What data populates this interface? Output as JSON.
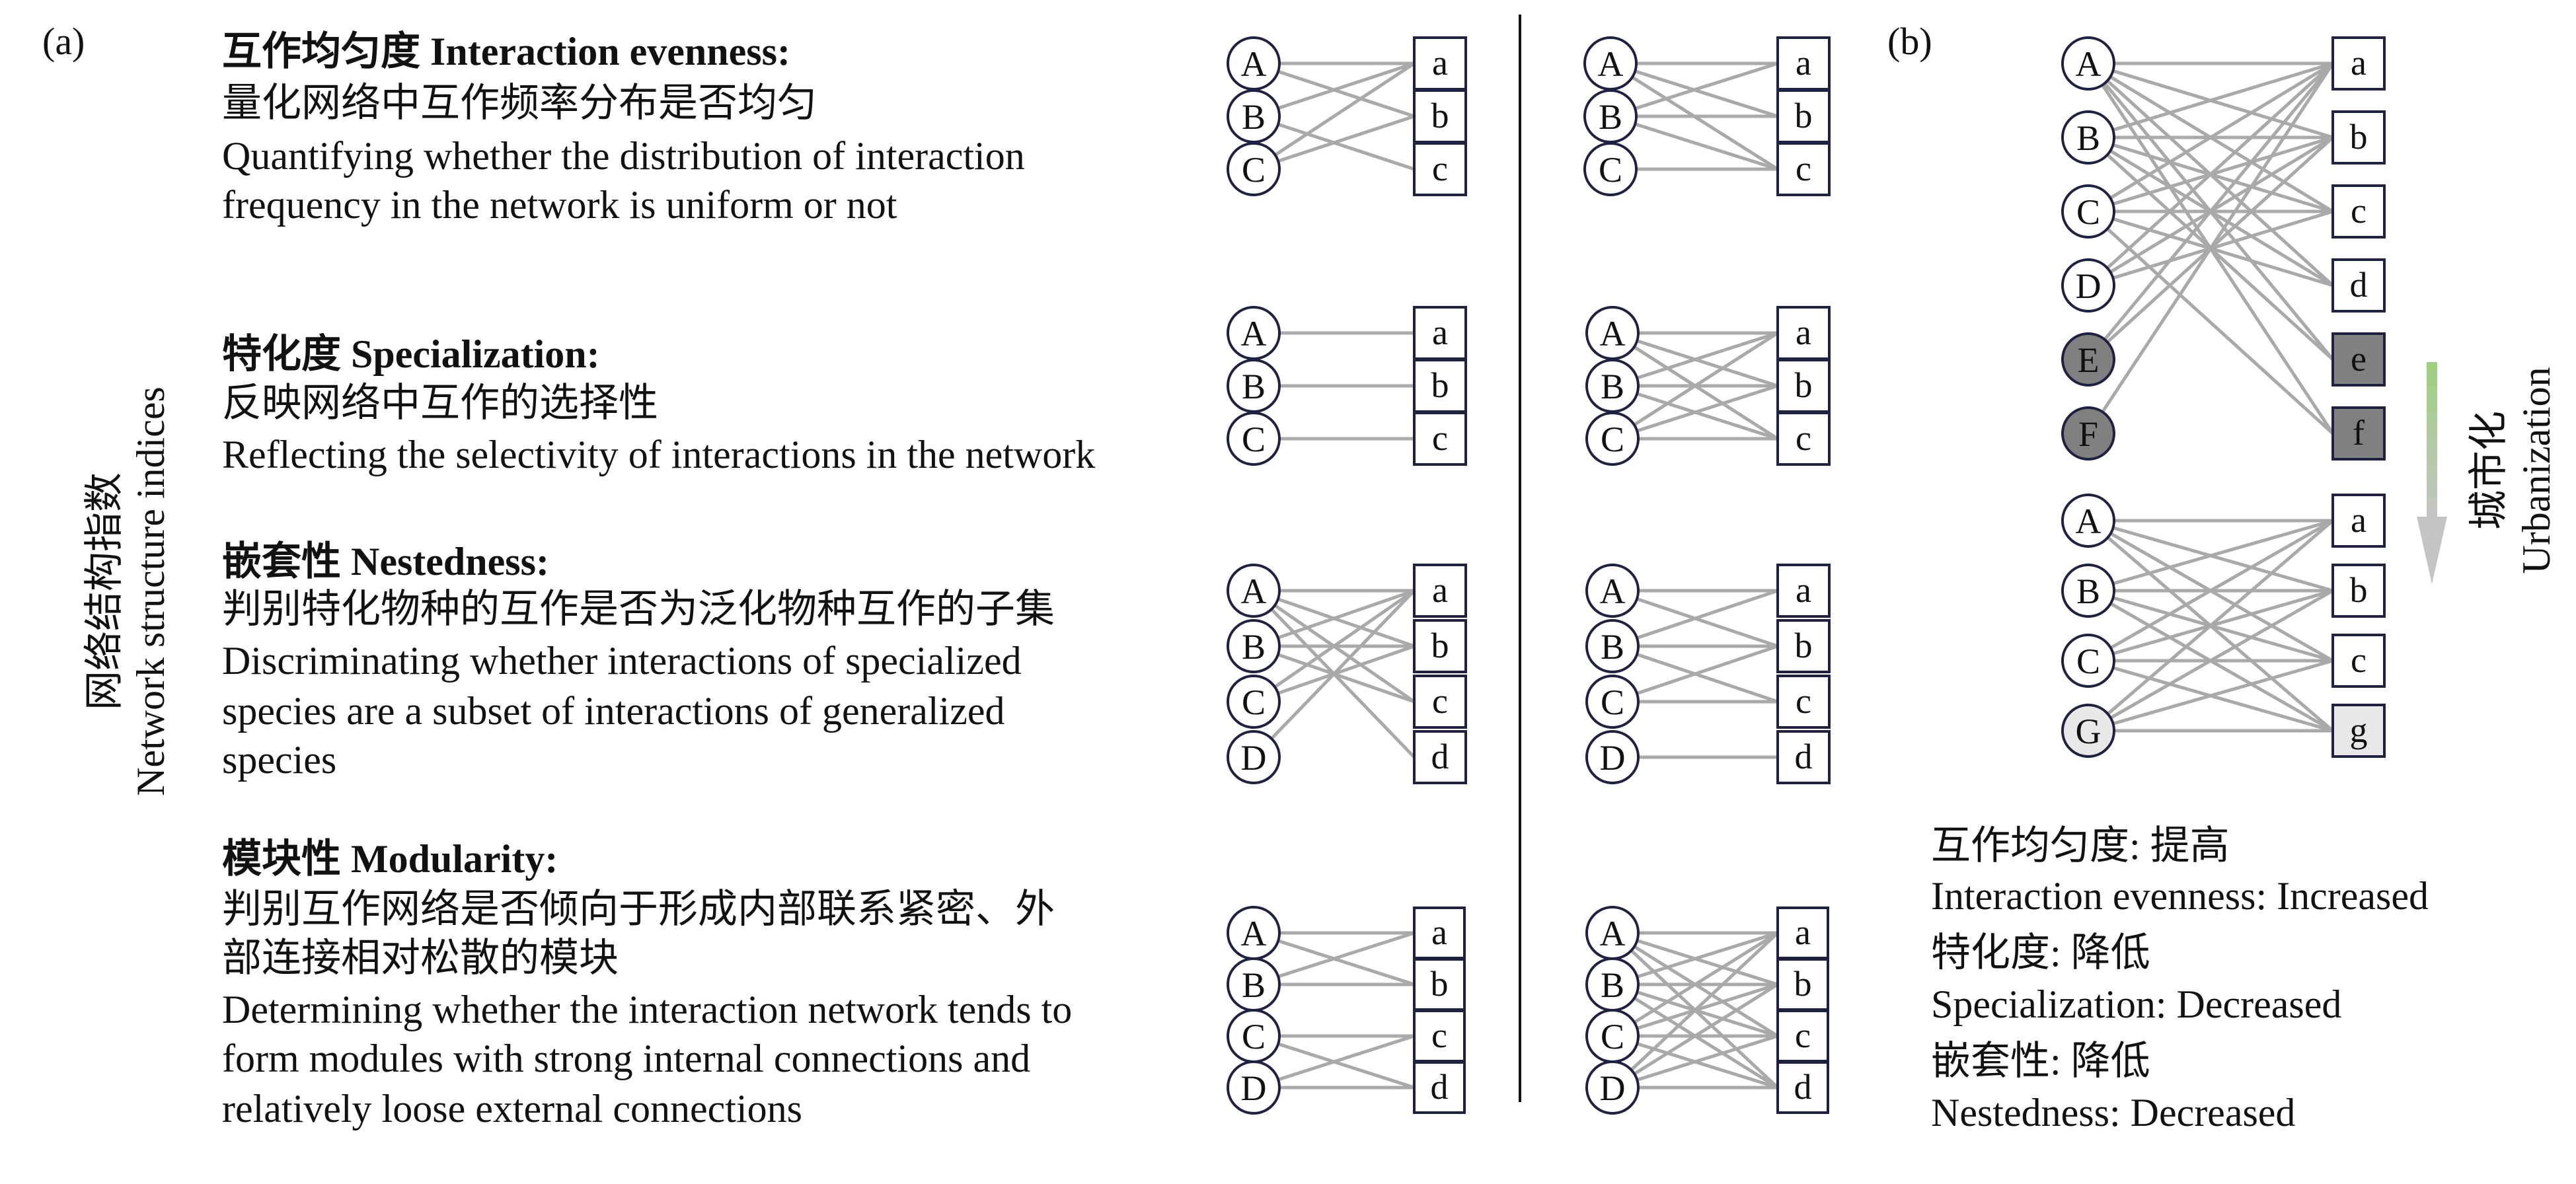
{
  "colors": {
    "edge": "#a9a9a9",
    "node_stroke": "#1f2140",
    "node_fill": "#ffffff",
    "lost_node_fill": "#808080",
    "new_node_fill": "#e8e8e8",
    "arrow_top": "#9cd07f",
    "arrow_bottom": "#c4c4c4"
  },
  "panel_a": {
    "label": "(a)",
    "axis_label_cn": "网络结构指数",
    "axis_label_en": "Network structure indices",
    "indices": [
      {
        "title": "互作均匀度 Interaction evenness:",
        "cn": "量化网络中互作频率分布是否均匀",
        "en": [
          "Quantifying whether the distribution of interaction",
          "frequency in the network is uniform or not"
        ]
      },
      {
        "title": "特化度 Specialization:",
        "cn": "反映网络中互作的选择性",
        "en": [
          "Reflecting the selectivity of interactions in the network"
        ]
      },
      {
        "title": "嵌套性 Nestedness:",
        "cn": "判别特化物种的互作是否为泛化物种互作的子集",
        "en": [
          "Discriminating whether interactions of specialized",
          "species are a subset of interactions of generalized",
          "species"
        ]
      },
      {
        "title": "模块性 Modularity:",
        "cn": [
          "判别互作网络是否倾向于形成内部联系紧密、外",
          "部连接相对松散的模块"
        ],
        "en": [
          "Determining whether the interaction network tends to",
          "form modules with strong internal connections and",
          "relatively loose external connections"
        ]
      }
    ]
  },
  "networks": [
    {
      "left": [
        "A",
        "B",
        "C"
      ],
      "right": [
        "a",
        "b",
        "c"
      ],
      "edges": [
        [
          0,
          0
        ],
        [
          0,
          1
        ],
        [
          1,
          0
        ],
        [
          1,
          2
        ],
        [
          2,
          0
        ],
        [
          2,
          1
        ]
      ]
    },
    {
      "left": [
        "A",
        "B",
        "C"
      ],
      "right": [
        "a",
        "b",
        "c"
      ],
      "edges": [
        [
          0,
          0
        ],
        [
          0,
          1
        ],
        [
          0,
          2
        ],
        [
          1,
          0
        ],
        [
          1,
          1
        ],
        [
          1,
          2
        ],
        [
          2,
          2
        ]
      ]
    },
    {
      "left": [
        "A",
        "B",
        "C"
      ],
      "right": [
        "a",
        "b",
        "c"
      ],
      "edges": [
        [
          0,
          0
        ],
        [
          1,
          1
        ],
        [
          2,
          2
        ]
      ]
    },
    {
      "left": [
        "A",
        "B",
        "C"
      ],
      "right": [
        "a",
        "b",
        "c"
      ],
      "edges": [
        [
          0,
          0
        ],
        [
          0,
          1
        ],
        [
          0,
          2
        ],
        [
          1,
          0
        ],
        [
          1,
          1
        ],
        [
          1,
          2
        ],
        [
          2,
          0
        ],
        [
          2,
          1
        ],
        [
          2,
          2
        ]
      ]
    },
    {
      "left": [
        "A",
        "B",
        "C",
        "D"
      ],
      "right": [
        "a",
        "b",
        "c",
        "d"
      ],
      "edges": [
        [
          0,
          0
        ],
        [
          0,
          1
        ],
        [
          0,
          2
        ],
        [
          0,
          3
        ],
        [
          1,
          0
        ],
        [
          1,
          1
        ],
        [
          1,
          2
        ],
        [
          2,
          0
        ],
        [
          2,
          1
        ],
        [
          3,
          0
        ]
      ]
    },
    {
      "left": [
        "A",
        "B",
        "C",
        "D"
      ],
      "right": [
        "a",
        "b",
        "c",
        "d"
      ],
      "edges": [
        [
          0,
          0
        ],
        [
          0,
          1
        ],
        [
          1,
          0
        ],
        [
          1,
          1
        ],
        [
          1,
          2
        ],
        [
          2,
          1
        ],
        [
          2,
          2
        ],
        [
          3,
          3
        ]
      ]
    },
    {
      "left": [
        "A",
        "B",
        "C",
        "D"
      ],
      "right": [
        "a",
        "b",
        "c",
        "d"
      ],
      "edges": [
        [
          0,
          0
        ],
        [
          0,
          1
        ],
        [
          1,
          0
        ],
        [
          1,
          1
        ],
        [
          2,
          2
        ],
        [
          2,
          3
        ],
        [
          3,
          2
        ],
        [
          3,
          3
        ]
      ]
    },
    {
      "left": [
        "A",
        "B",
        "C",
        "D"
      ],
      "right": [
        "a",
        "b",
        "c",
        "d"
      ],
      "edges": [
        [
          0,
          0
        ],
        [
          0,
          1
        ],
        [
          0,
          2
        ],
        [
          0,
          3
        ],
        [
          1,
          0
        ],
        [
          1,
          1
        ],
        [
          1,
          2
        ],
        [
          1,
          3
        ],
        [
          2,
          0
        ],
        [
          2,
          1
        ],
        [
          2,
          2
        ],
        [
          2,
          3
        ],
        [
          3,
          0
        ],
        [
          3,
          1
        ],
        [
          3,
          2
        ],
        [
          3,
          3
        ]
      ]
    },
    {
      "left": [
        "A",
        "B",
        "C",
        "D",
        "E",
        "F"
      ],
      "right": [
        "a",
        "b",
        "c",
        "d",
        "e",
        "f"
      ],
      "lost_left": [
        4,
        5
      ],
      "lost_right": [
        4,
        5
      ],
      "edges": [
        [
          0,
          0
        ],
        [
          0,
          1
        ],
        [
          0,
          2
        ],
        [
          0,
          3
        ],
        [
          0,
          4
        ],
        [
          0,
          5
        ],
        [
          1,
          0
        ],
        [
          1,
          1
        ],
        [
          1,
          2
        ],
        [
          1,
          3
        ],
        [
          1,
          4
        ],
        [
          2,
          0
        ],
        [
          2,
          1
        ],
        [
          2,
          2
        ],
        [
          2,
          3
        ],
        [
          2,
          5
        ],
        [
          3,
          0
        ],
        [
          3,
          1
        ],
        [
          3,
          2
        ],
        [
          4,
          0
        ],
        [
          4,
          1
        ],
        [
          5,
          0
        ]
      ]
    },
    {
      "left": [
        "A",
        "B",
        "C",
        "G"
      ],
      "right": [
        "a",
        "b",
        "c",
        "g"
      ],
      "new_left": [
        3
      ],
      "new_right": [
        3
      ],
      "edges": [
        [
          0,
          0
        ],
        [
          0,
          1
        ],
        [
          0,
          2
        ],
        [
          0,
          3
        ],
        [
          1,
          0
        ],
        [
          1,
          1
        ],
        [
          1,
          2
        ],
        [
          1,
          3
        ],
        [
          2,
          0
        ],
        [
          2,
          1
        ],
        [
          2,
          2
        ],
        [
          2,
          3
        ],
        [
          3,
          0
        ],
        [
          3,
          1
        ],
        [
          3,
          2
        ],
        [
          3,
          3
        ]
      ]
    }
  ],
  "panel_b": {
    "label": "(b)",
    "arrow_label_cn": "城市化",
    "arrow_label_en": "Urbanization",
    "results": [
      {
        "cn": "互作均匀度: 提高",
        "en": "Interaction evenness: Increased"
      },
      {
        "cn": "特化度: 降低",
        "en": "Specialization: Decreased"
      },
      {
        "cn": "嵌套性: 降低",
        "en": "Nestedness: Decreased"
      }
    ]
  }
}
